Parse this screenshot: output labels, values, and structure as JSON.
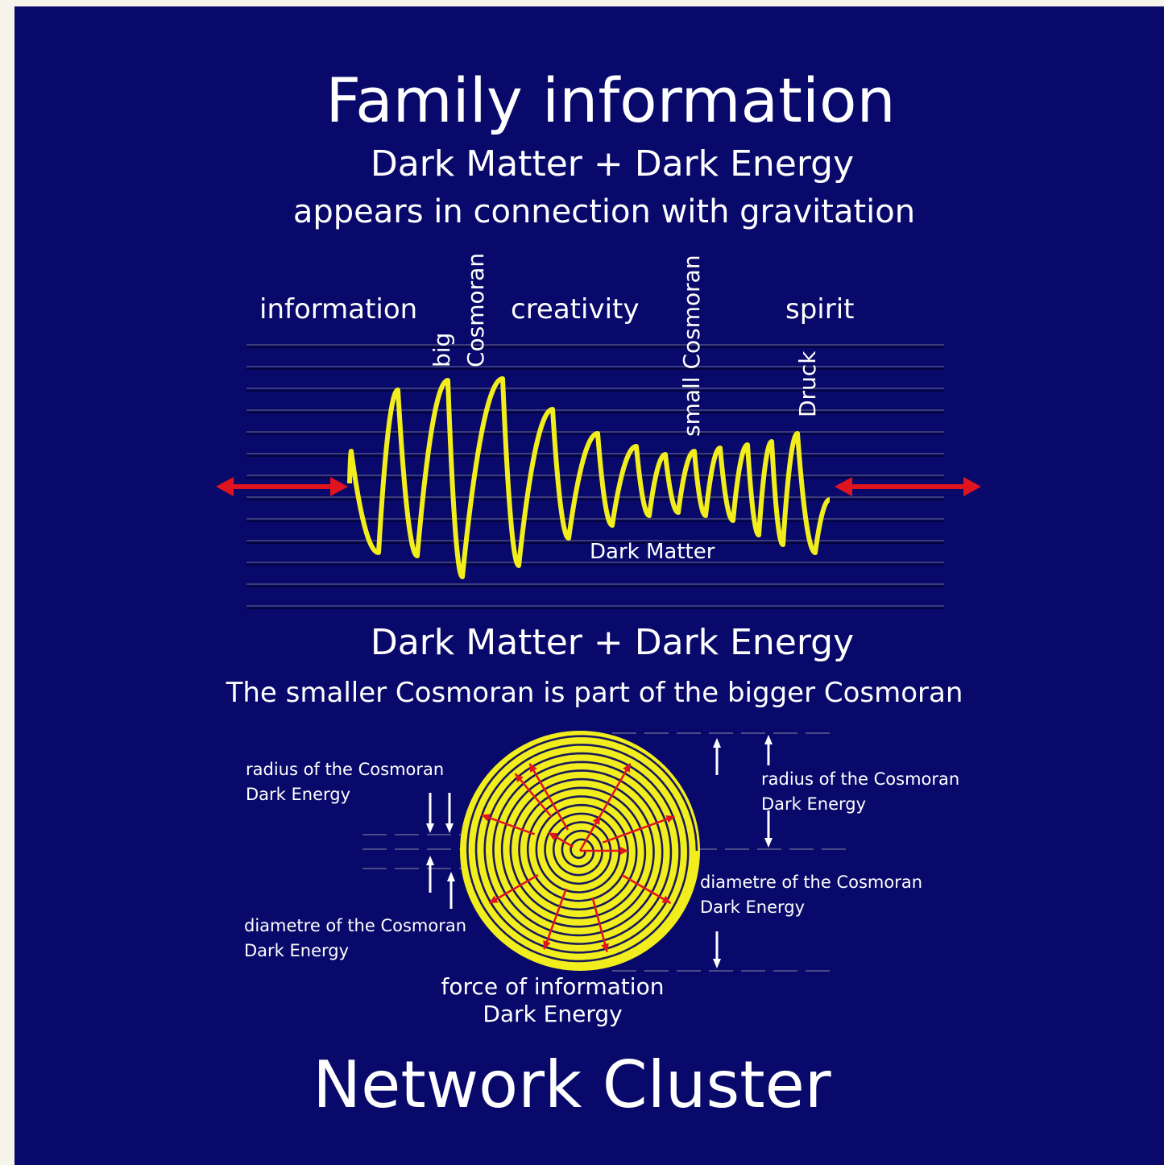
{
  "title": "Family information",
  "subtitle_top": "Dark Matter + Dark Energy",
  "subtitle_top_2": "appears in connection with gravitation",
  "wave": {
    "labels": {
      "information": "information",
      "big": "big",
      "cosmoran_1": "Cosmoran",
      "creativity": "creativity",
      "small_cosmoran": "small Cosmoran",
      "spirit": "spirit",
      "druck": "Druck",
      "dark_matter": "Dark Matter"
    }
  },
  "subtitle_mid": "Dark Matter + Dark Energy",
  "subtitle_mid_2": "The smaller Cosmoran is part of the bigger Cosmoran",
  "spiral": {
    "radius_left": "radius of the Cosmoran\nDark Energy",
    "radius_right": "radius of the Cosmoran\nDark Energy",
    "diametre_left": "diametre of the Cosmoran\nDark Energy",
    "diametre_right": "diametre of the Cosmoran\nDark Energy",
    "force": "force of information\nDark Energy"
  },
  "footer": "Network  Cluster",
  "colors": {
    "background": "#08096a",
    "wave": "#f2ee1e",
    "arrows": "#e0141e",
    "text": "#ffffff"
  }
}
